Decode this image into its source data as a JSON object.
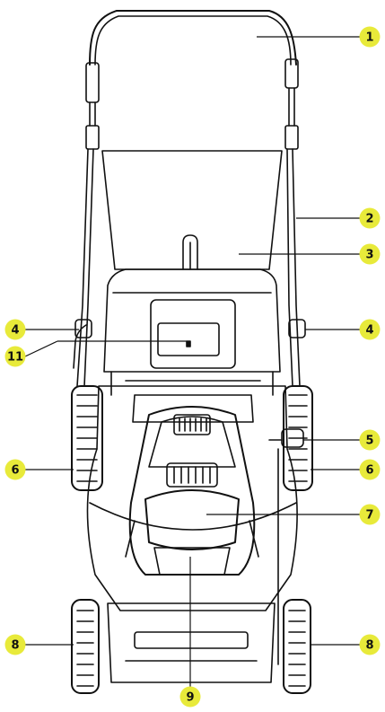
{
  "diagram": {
    "subject": "lawn mower front view",
    "accent_color": "#e8ea3a",
    "line_color": "#111111",
    "callouts": [
      {
        "id": "1",
        "label": "1"
      },
      {
        "id": "2",
        "label": "2"
      },
      {
        "id": "3",
        "label": "3"
      },
      {
        "id": "4a",
        "label": "4"
      },
      {
        "id": "4b",
        "label": "4"
      },
      {
        "id": "11",
        "label": "11"
      },
      {
        "id": "5",
        "label": "5"
      },
      {
        "id": "6a",
        "label": "6"
      },
      {
        "id": "6b",
        "label": "6"
      },
      {
        "id": "7",
        "label": "7"
      },
      {
        "id": "8a",
        "label": "8"
      },
      {
        "id": "8b",
        "label": "8"
      },
      {
        "id": "9",
        "label": "9"
      }
    ]
  }
}
